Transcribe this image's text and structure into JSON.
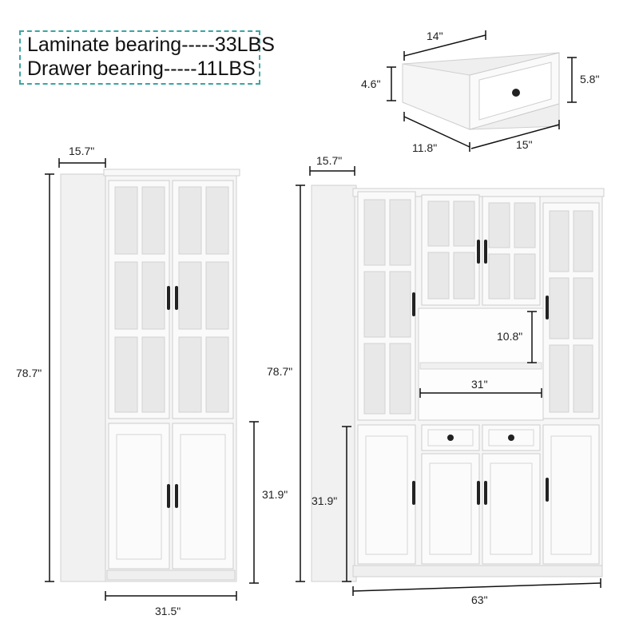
{
  "specs": {
    "laminate_bearing": "Laminate bearing-----33LBS",
    "drawer_bearing": "Drawer bearing-----11LBS"
  },
  "drawer": {
    "width": "14\"",
    "front_height": "5.8\"",
    "side_height": "4.6\"",
    "depth": "11.8\"",
    "front_width": "15\""
  },
  "single_cabinet": {
    "depth": "15.7\"",
    "height": "78.7\"",
    "lower_height": "31.9\"",
    "width": "31.5\""
  },
  "combo_cabinet": {
    "depth": "15.7\"",
    "height": "78.7\"",
    "lower_height": "31.9\"",
    "open_height": "10.8\"",
    "open_width": "31\"",
    "width": "63\""
  },
  "colors": {
    "cabinet": "#f4f4f4",
    "outline": "#c9c9c9",
    "glass": "#e9e9e9",
    "handle": "#222222",
    "dimension_line": "#111111",
    "spec_border": "#3aa6a3"
  }
}
